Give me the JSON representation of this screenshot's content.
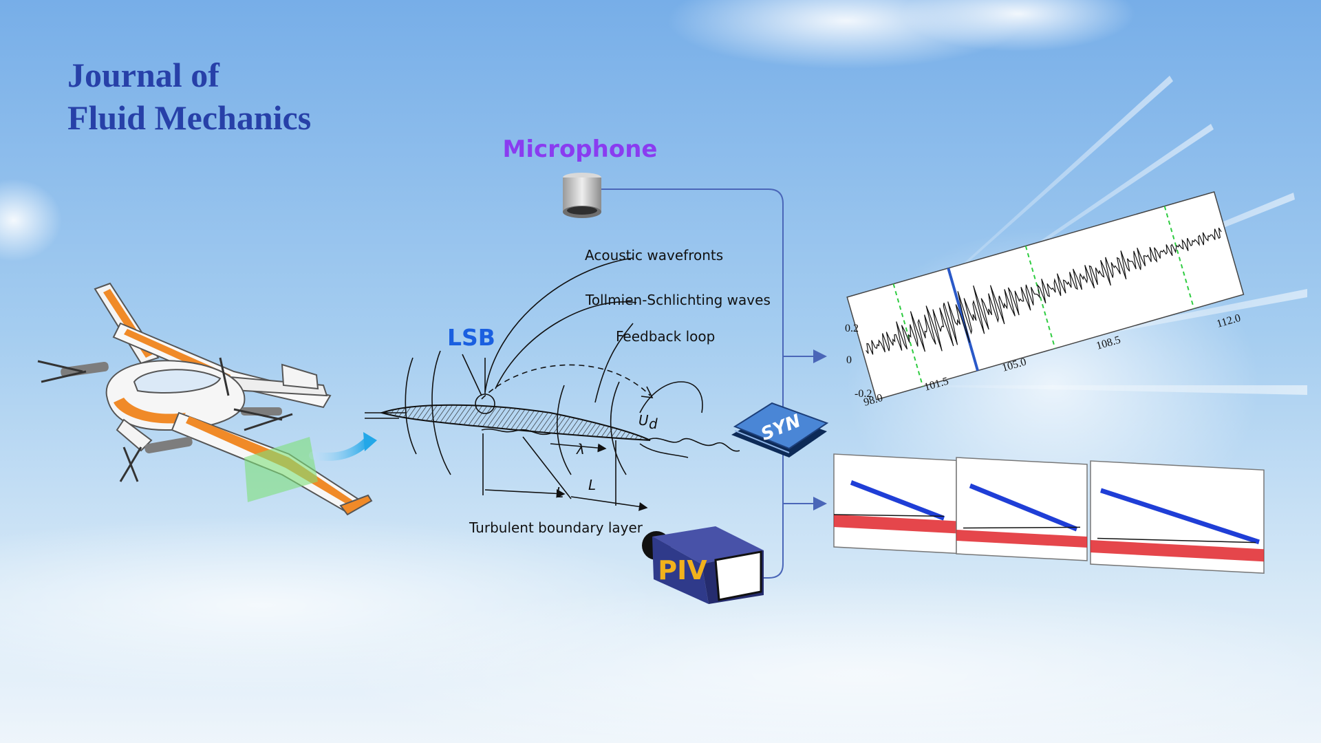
{
  "journal": {
    "line1": "Journal of",
    "line2": "Fluid Mechanics"
  },
  "labels": {
    "microphone": "Microphone",
    "lsb": "LSB",
    "acoustic": "Acoustic wavefronts",
    "ts_waves": "Tollmien-Schlichting waves",
    "feedback": "Feedback loop",
    "turbulent": "Turbulent boundary layer",
    "ud": "U",
    "ud_sub": "d",
    "lambda": "λ",
    "L1": "L",
    "L2": "L",
    "syn": "SYN",
    "piv": "PIV"
  },
  "signal_plot": {
    "x_ticks": [
      "98.0",
      "101.5",
      "105.0",
      "108.5",
      "112.0"
    ],
    "y_ticks": [
      "0.2",
      "0",
      "-0.2"
    ]
  },
  "colors": {
    "title": "#2740a8",
    "microphone": "#8a3cf0",
    "lsb": "#1a5fe0",
    "piv_text": "#f2b21c",
    "line": "#4a66b8",
    "aircraft_accent": "#f08a28"
  }
}
